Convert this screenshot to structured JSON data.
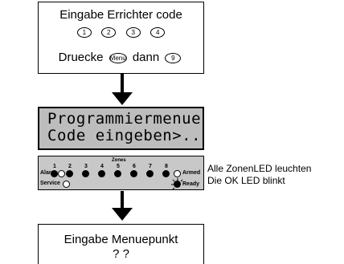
{
  "box1": {
    "title": "Eingabe Errichter code",
    "keys": [
      "1",
      "2",
      "3",
      "4"
    ],
    "press_prefix": "Druecke",
    "menu_key": "Menu",
    "press_middle": "dann",
    "nine_key": "9"
  },
  "lcd": {
    "line1": "Programmiermenue",
    "line2": "Code eingeben>.."
  },
  "panel": {
    "zones_label": "Zones",
    "zone_numbers": [
      "1",
      "2",
      "3",
      "4",
      "5",
      "6",
      "7",
      "8"
    ],
    "alarm_label": "Alarm",
    "service_label": "Service",
    "armed_label": "Armed",
    "ready_label": "Ready"
  },
  "side_note": {
    "line1": "Alle ZonenLED leuchten",
    "line2": "Die OK  LED blinkt"
  },
  "box2": {
    "title": "Eingabe Menuepunkt",
    "subtitle": "? ?"
  }
}
